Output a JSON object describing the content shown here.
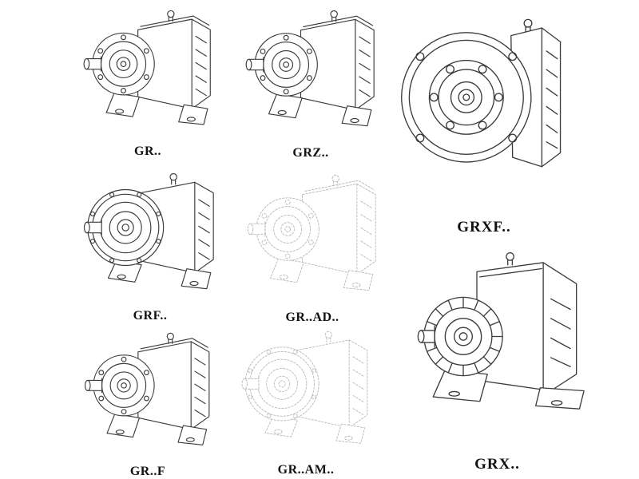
{
  "page": {
    "kind": "gear-reducer-catalog",
    "background": "#ffffff"
  },
  "colors": {
    "line_solid": "#3c3c3c",
    "line_dashed_light": "#b8b8b8",
    "label_text": "#111111",
    "background": "#ffffff"
  },
  "items": [
    {
      "id": "gr",
      "label": "GR..",
      "line_style": "solid",
      "variant": "foot-mounted-gear-reducer"
    },
    {
      "id": "grz",
      "label": "GRZ..",
      "line_style": "solid",
      "variant": "foot-mounted-gear-reducer"
    },
    {
      "id": "grxf",
      "label": "GRXF..",
      "line_style": "solid",
      "variant": "flange-front-gear-reducer"
    },
    {
      "id": "grf",
      "label": "GRF..",
      "line_style": "solid",
      "variant": "flange-and-foot-gear-reducer"
    },
    {
      "id": "grad",
      "label": "GR..AD..",
      "line_style": "dashed-light",
      "variant": "foot-mounted-gear-reducer"
    },
    {
      "id": "grff",
      "label": "GR..F",
      "line_style": "solid",
      "variant": "flange-and-foot-gear-reducer"
    },
    {
      "id": "gram",
      "label": "GR..AM..",
      "line_style": "dashed-light",
      "variant": "flange-and-foot-gear-reducer"
    },
    {
      "id": "grx",
      "label": "GRX..",
      "line_style": "solid",
      "variant": "large-foot-mounted-gear-reducer"
    }
  ]
}
